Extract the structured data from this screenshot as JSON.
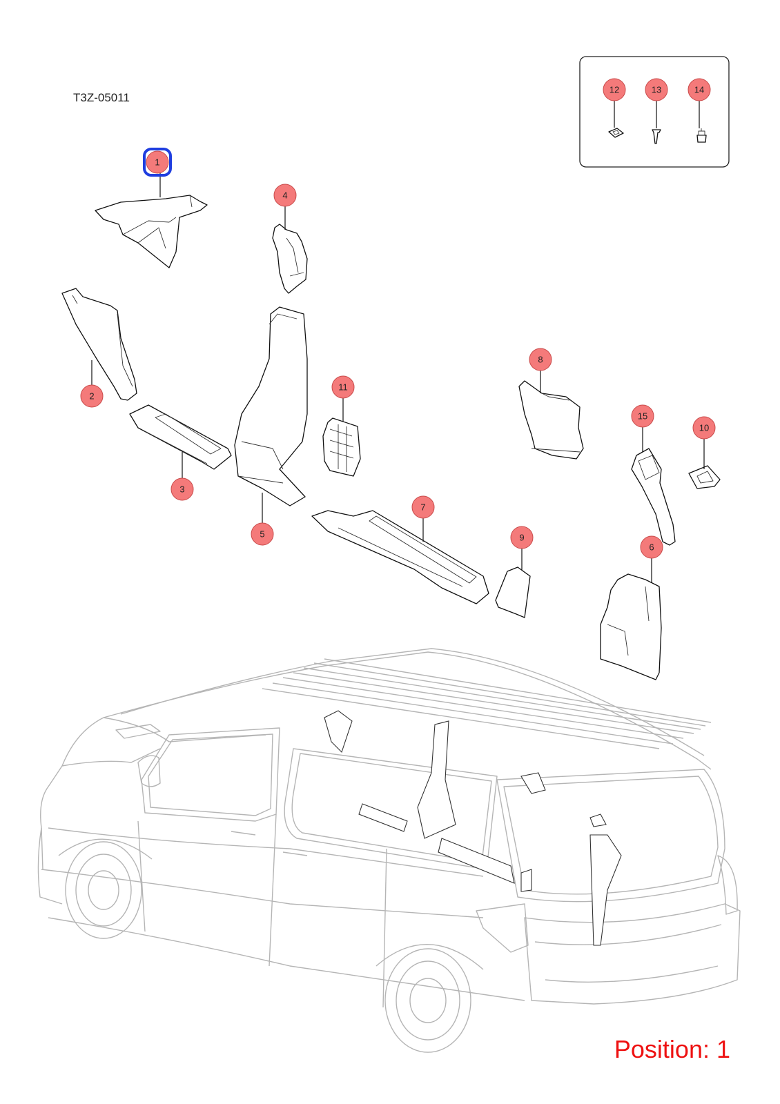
{
  "diagram": {
    "code": "T3Z-05011",
    "position_label": "Position: 1",
    "selected_callout": "1",
    "colors": {
      "callout_fill": "#f47a7a",
      "callout_stroke": "#c84a4a",
      "selected_outline": "#1f3ee0",
      "position_text": "#ee1111",
      "vehicle_outline": "#b5b5b5"
    },
    "callouts": [
      {
        "number": "1"
      },
      {
        "number": "2"
      },
      {
        "number": "3"
      },
      {
        "number": "4"
      },
      {
        "number": "5"
      },
      {
        "number": "6"
      },
      {
        "number": "7"
      },
      {
        "number": "8"
      },
      {
        "number": "9"
      },
      {
        "number": "10"
      },
      {
        "number": "11"
      },
      {
        "number": "12"
      },
      {
        "number": "13"
      },
      {
        "number": "14"
      },
      {
        "number": "15"
      }
    ]
  }
}
